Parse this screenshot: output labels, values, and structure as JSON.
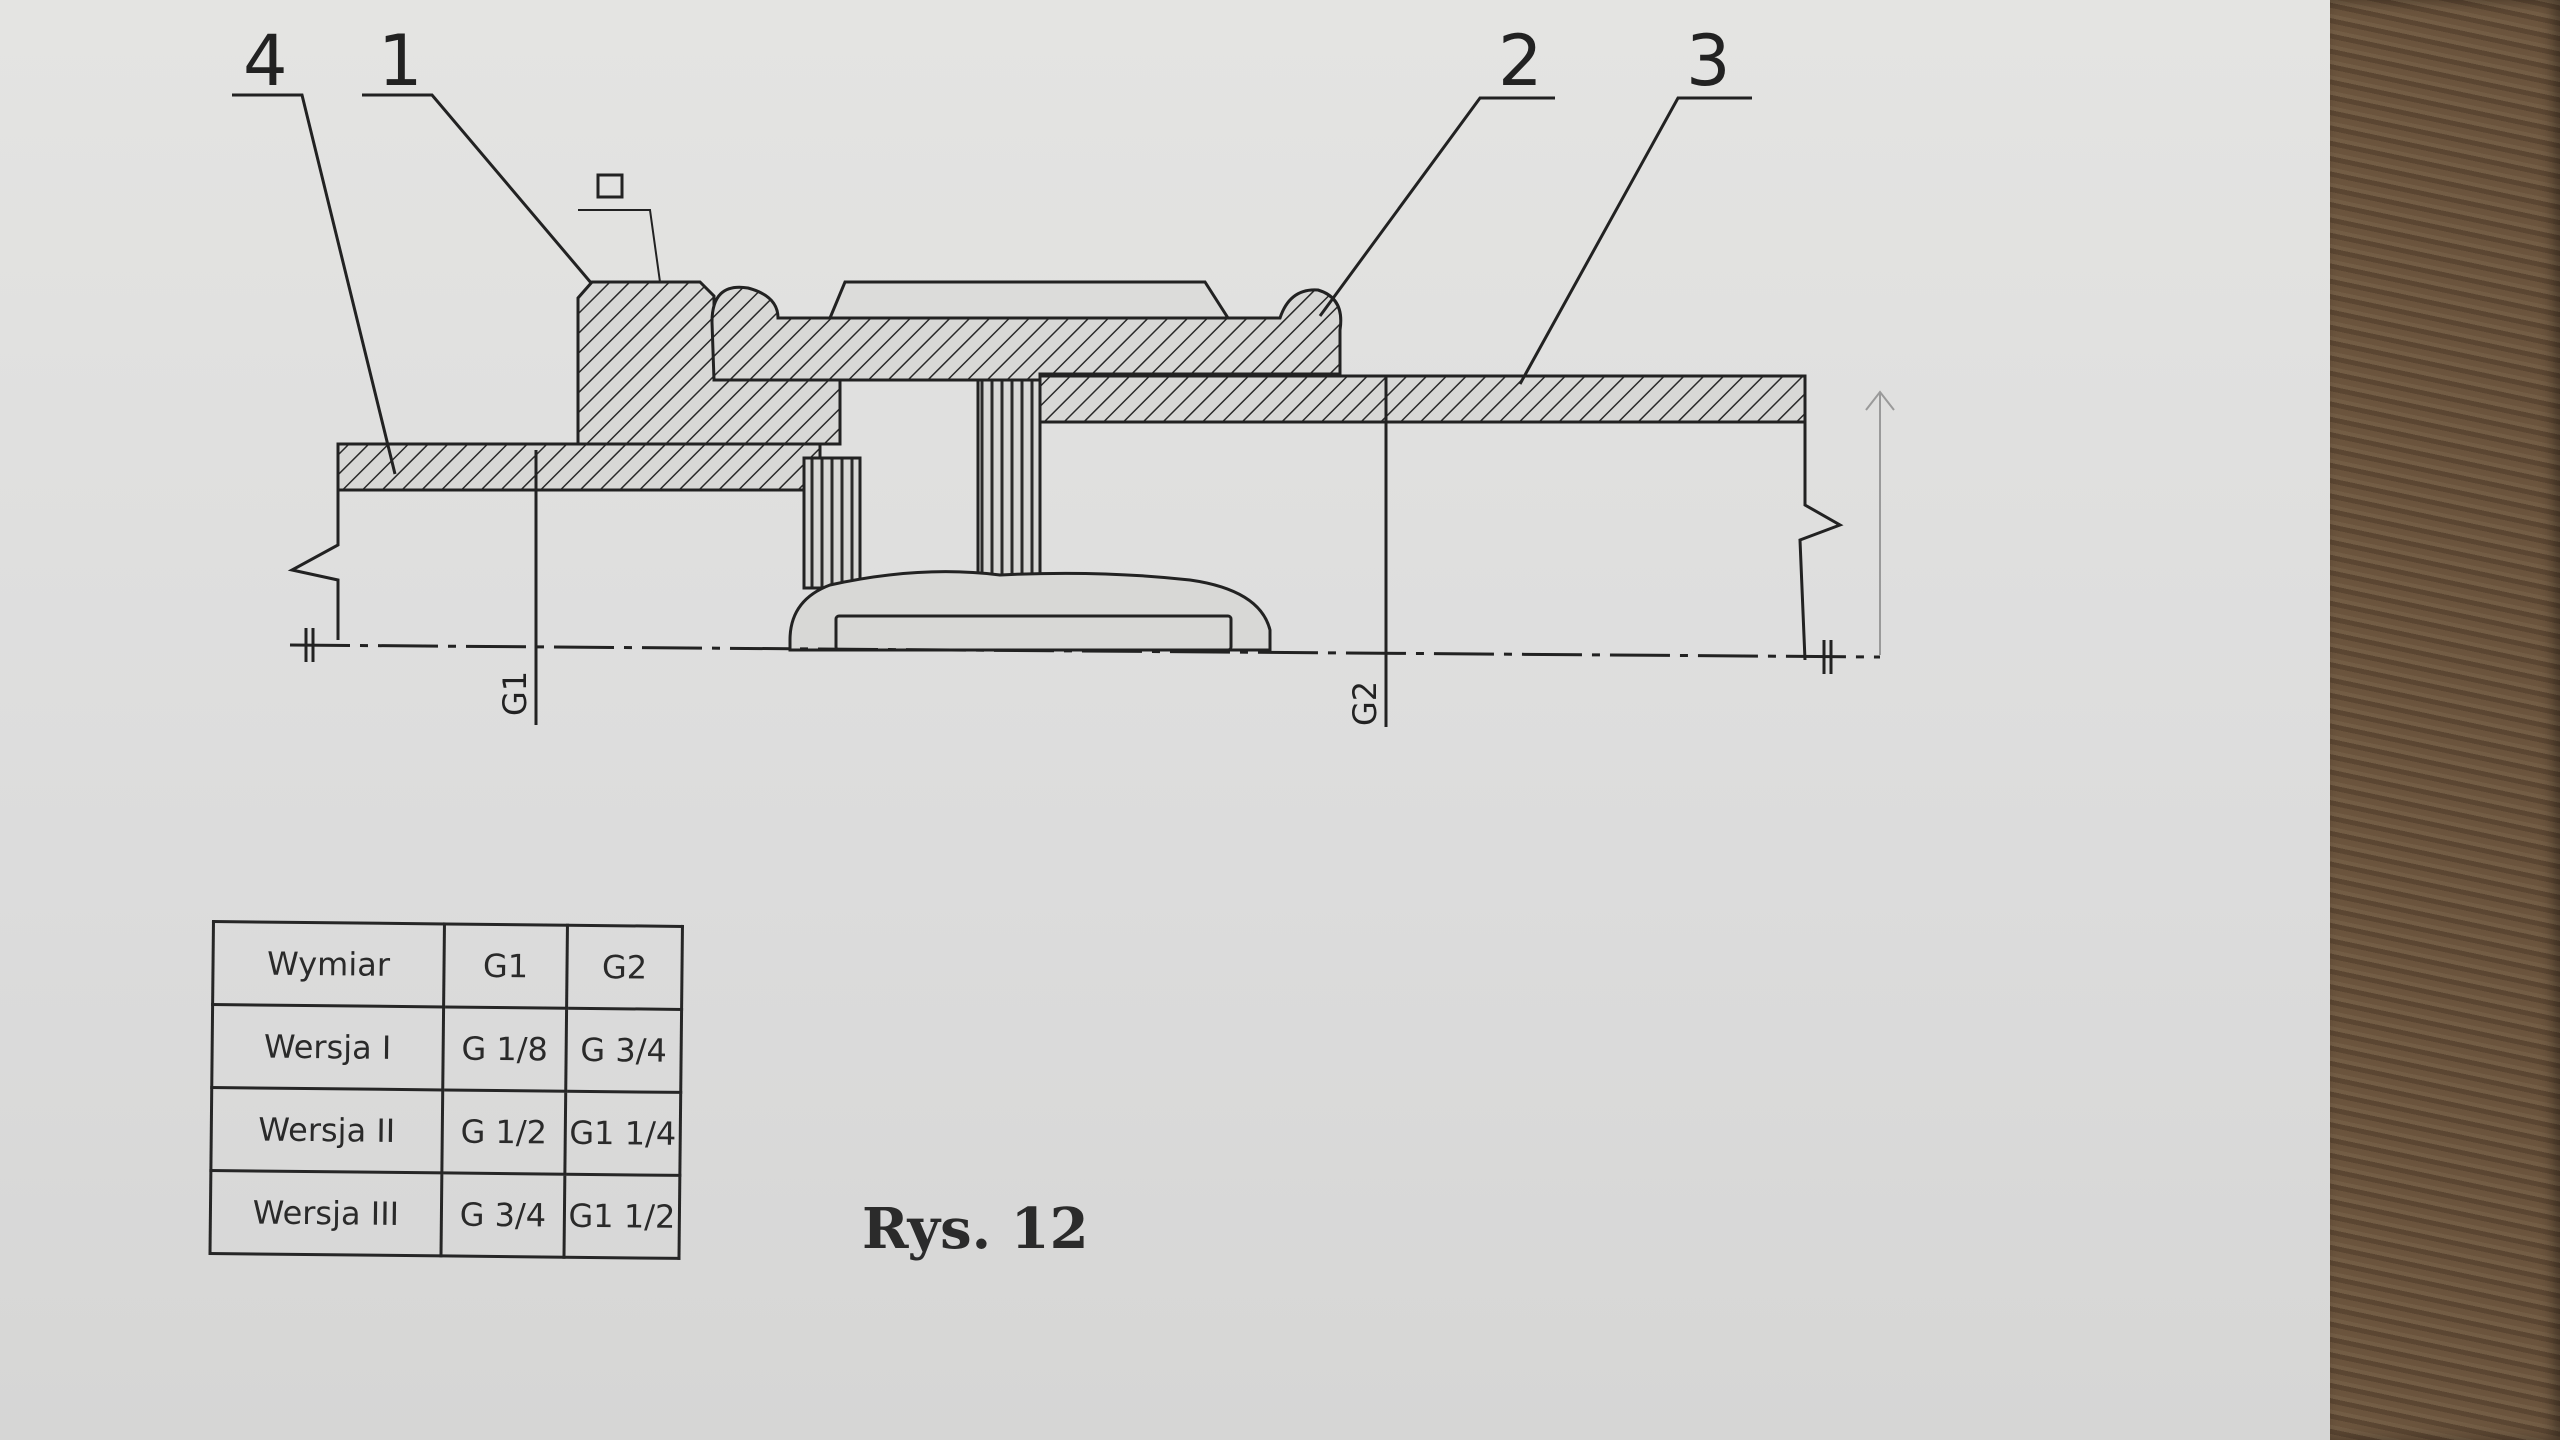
{
  "drawing": {
    "part_labels": [
      "4",
      "1",
      "2",
      "3"
    ],
    "dimension_labels": [
      "G1",
      "G2"
    ]
  },
  "table": {
    "header": [
      "Wymiar",
      "G1",
      "G2"
    ],
    "rows": [
      [
        "Wersja I",
        "G 1/8",
        "G 3/4"
      ],
      [
        "Wersja II",
        "G 1/2",
        "G1 1/4"
      ],
      [
        "Wersja III",
        "G 3/4",
        "G1 1/2"
      ]
    ]
  },
  "caption": "Rys. 12",
  "colors": {
    "paper": "#e0e0df",
    "ink": "#262626",
    "fabric": "#5a4633"
  }
}
